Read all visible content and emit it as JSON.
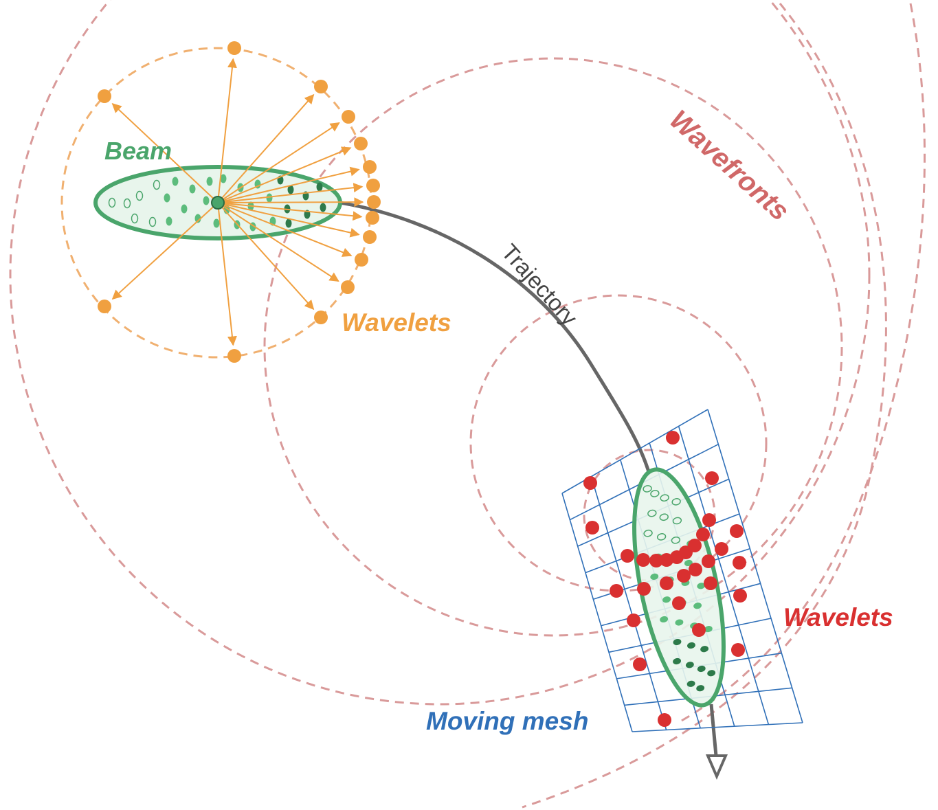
{
  "labels": {
    "beam": "Beam",
    "wavelets_source": "Wavelets",
    "wavefronts": "Wavefronts",
    "trajectory": "Trajectory",
    "wavelets_observer": "Wavelets",
    "moving_mesh": "Moving mesh"
  },
  "colors": {
    "beam": "#4aa56b",
    "beam_fill": "#e8f5ec",
    "wavelets_source": "#f0a040",
    "wavefronts": "#d99a9a",
    "trajectory": "#666666",
    "wavelets_observer": "#d93030",
    "moving_mesh": "#3070b8"
  }
}
